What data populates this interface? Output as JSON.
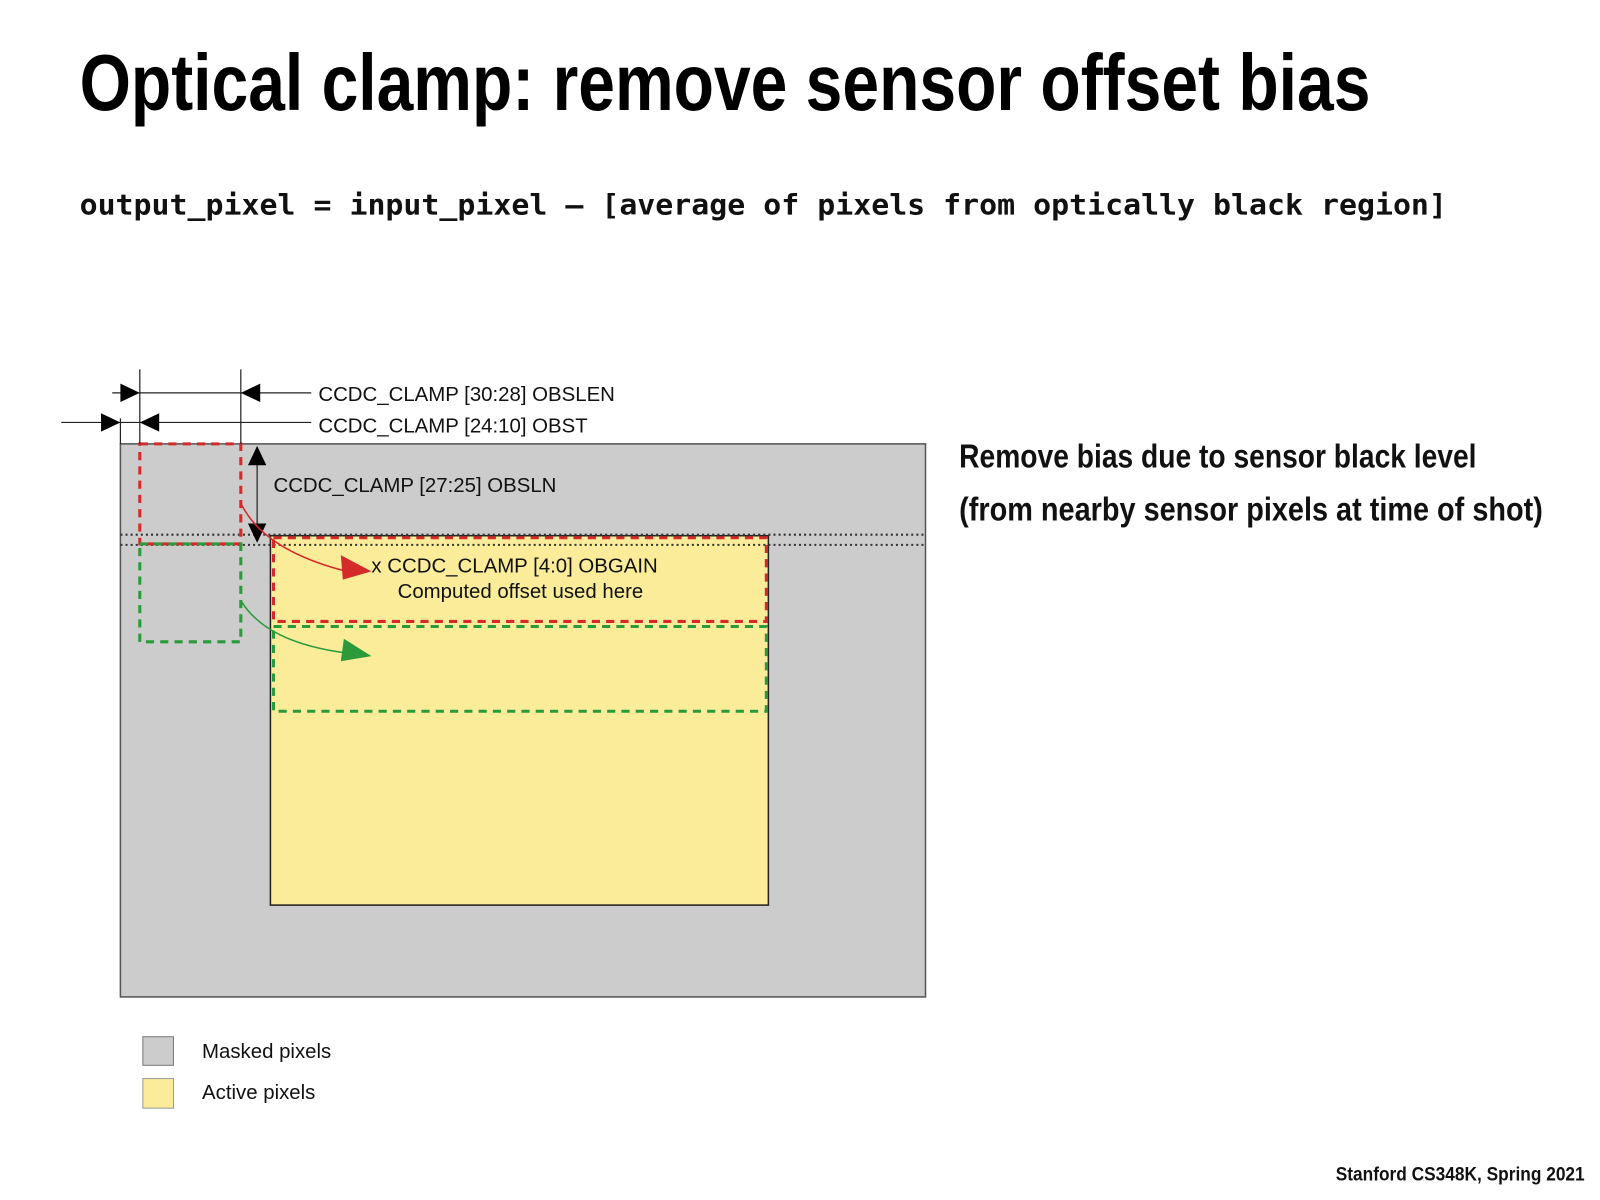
{
  "slide": {
    "title": "Optical clamp: remove sensor offset bias",
    "formula": "output_pixel = input_pixel – [average of pixels from optically black region]",
    "note_line1": "Remove bias due to sensor black level",
    "note_line2": "(from nearby sensor pixels at time of shot)",
    "footer": "Stanford CS348K, Spring 2021"
  },
  "diagram": {
    "label_obslen": "CCDC_CLAMP [30:28] OBSLEN",
    "label_obst": "CCDC_CLAMP [24:10] OBST",
    "label_obsln": "CCDC_CLAMP [27:25] OBSLN",
    "label_obgain": "x CCDC_CLAMP [4:0] OBGAIN",
    "label_offset": "Computed offset used here",
    "colors": {
      "masked": "#cccccc",
      "active": "#fbec9a",
      "red": "#d42a2a",
      "green": "#2a9a3a"
    },
    "legend": [
      {
        "label": "Masked pixels"
      },
      {
        "label": "Active pixels"
      }
    ]
  }
}
